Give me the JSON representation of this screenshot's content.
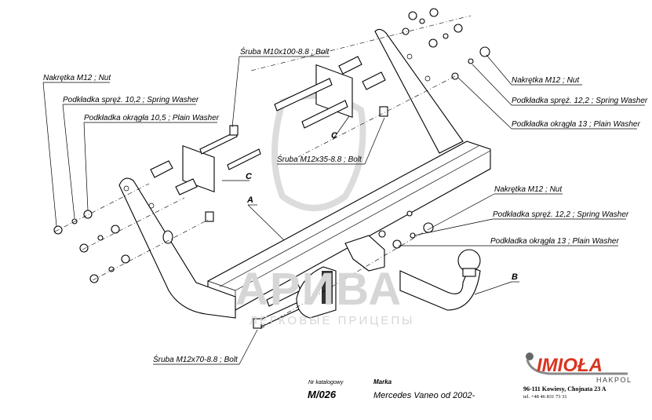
{
  "watermark": {
    "brand": "АРИВА",
    "subtitle": "ЛЕГКОВЫЕ ПРИЦЕПЫ"
  },
  "labels": {
    "bolt_m10x100": "Śruba M10x100-8.8 ;  Bolt",
    "left_nut": "Nakrętka  M12 ; Nut",
    "left_spring_washer": "Podkładka spręż. 10,2 ; Spring Washer",
    "left_plain_washer": "Podkładka okrągła 10,5 ; Plain Washer",
    "top_right_nut": "Nakrętka  M12 ; Nut",
    "top_right_spring_washer": "Podkładka spręż. 12,2 ; Spring Washer",
    "top_right_plain_washer": "Podkładka okrągła 13 ; Plain Washer",
    "bolt_m12x35": "Śruba M12x35-8.8 ;  Bolt",
    "mid_right_nut": "Nakrętka  M12 ; Nut",
    "mid_right_spring_washer": "Podkładka spręż. 12,2 ; Spring Washer",
    "mid_right_plain_washer": "Podkładka okrągła 13 ; Plain Washer",
    "bolt_m12x70": "Śruba M12x70-8.8 ;  Bolt"
  },
  "part_letters": {
    "a": "A",
    "b": "B",
    "c1": "C",
    "c2": "C"
  },
  "title_block": {
    "catalog_label": "Nr katalogowy",
    "catalog_number": "M/026",
    "brand_label": "Marka",
    "vehicle": "Mercedes Vaneo   od 2002-"
  },
  "company": {
    "logo_text": "IMIOŁA",
    "logo_sub": "HAKPOL",
    "address": "96-111 Kowiesy, Chojnata 23 A",
    "phone": "tel. +48 46 831 73 31",
    "brand_color": "#d9341f"
  }
}
